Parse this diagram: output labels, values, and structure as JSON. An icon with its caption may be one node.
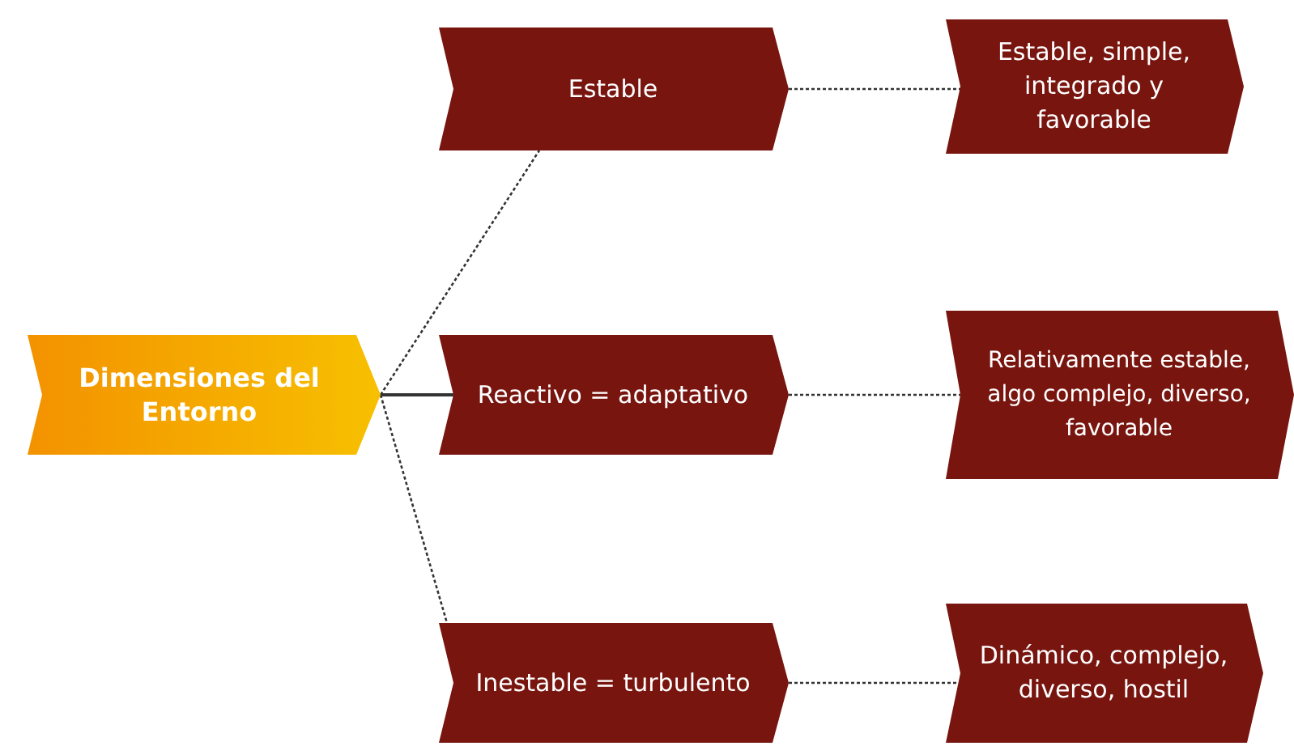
{
  "diagram": {
    "nodes": [
      {
        "text": [
          "Dimensiones del Entorno"
        ]
      },
      {
        "text": [
          "Estable"
        ]
      },
      {
        "text": [
          "Reactivo = adaptativo"
        ]
      },
      {
        "text": [
          "Inestable = turbulento"
        ]
      },
      {
        "text": [
          "Estable, simple, integrado y favorable"
        ]
      },
      {
        "text": [
          "Relativamente estable, algo complejo, diverso, favorable"
        ]
      },
      {
        "text": [
          "Dinámico, complejo, diverso, hostil"
        ]
      }
    ],
    "edges": [
      {
        "from": 0,
        "to": 1,
        "arrow": "none",
        "style": "dashed"
      },
      {
        "from": 0,
        "to": 2,
        "arrow": "none"
      },
      {
        "from": 0,
        "to": 3,
        "arrow": "none",
        "style": "dashed"
      },
      {
        "from": 1,
        "to": 4,
        "arrow": "none",
        "style": "dashed"
      },
      {
        "from": 2,
        "to": 5,
        "arrow": "none",
        "style": "dashed"
      },
      {
        "from": 3,
        "to": 6,
        "arrow": "none",
        "style": "dashed"
      }
    ]
  }
}
